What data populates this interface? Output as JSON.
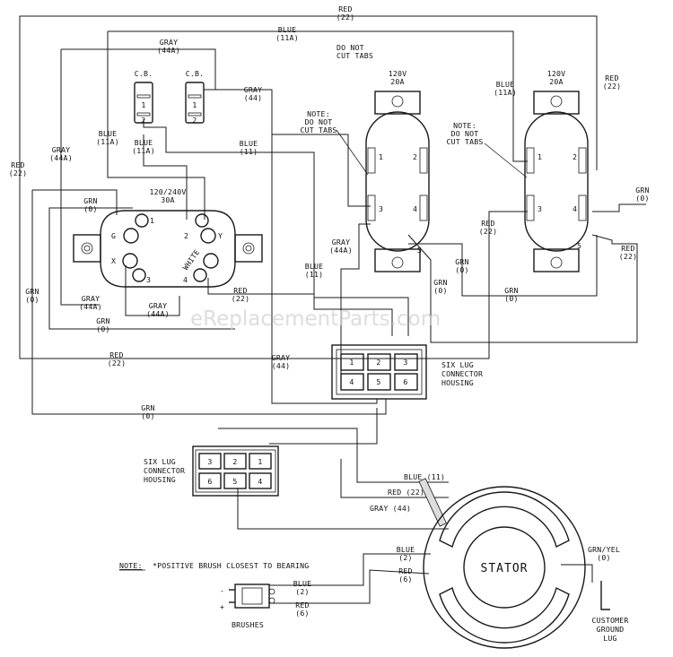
{
  "watermark": "eReplacementParts.com",
  "wires": {
    "red22_top": [
      "RED",
      "(22)"
    ],
    "blue11a_top": [
      "BLUE",
      "(11A)"
    ],
    "gray44a_top": [
      "GRAY",
      "(44A)"
    ],
    "gray44_cb": [
      "GRAY",
      "(44)"
    ],
    "blue11a_cb": [
      "BLUE",
      "(11A)"
    ],
    "blue11_mid": [
      "BLUE",
      "(11)"
    ],
    "blue11a_left": [
      "BLUE",
      "(11A)"
    ],
    "gray44a_left": [
      "GRAY",
      "(44A)"
    ],
    "red22_left": [
      "RED",
      "(22)"
    ],
    "grn0_left": [
      "GRN",
      "(0)"
    ],
    "grn0_bx": [
      "GRN",
      "(0)"
    ],
    "gray44a_bx1": [
      "GRAY",
      "(44A)"
    ],
    "gray44a_bx2": [
      "GRAY",
      "(44A)"
    ],
    "grn0_low": [
      "GRN",
      "(0)"
    ],
    "red22_bx": [
      "RED",
      "(22)"
    ],
    "red22_low": [
      "RED",
      "(22)"
    ],
    "gray44_low": [
      "GRAY",
      "(44)"
    ],
    "grn0_bottom": [
      "GRN",
      "(0)"
    ],
    "gray44a_mid": [
      "GRAY",
      "(44A)"
    ],
    "blue11_mid2": [
      "BLUE",
      "(11)"
    ],
    "grn0_o1": [
      "GRN",
      "(0)"
    ],
    "grn0_o1b": [
      "GRN",
      "(0)"
    ],
    "blue11a_o2": [
      "BLUE",
      "(11A)"
    ],
    "red22_o2": [
      "RED",
      "(22)"
    ],
    "grn0_o2": [
      "GRN",
      "(0)"
    ],
    "red22_right": [
      "RED",
      "(22)"
    ],
    "grn0_right": [
      "GRN",
      "(0)"
    ],
    "red22_right2": [
      "RED",
      "(22)"
    ],
    "blue11_h": "BLUE (11)",
    "red22_h": "RED (22)",
    "gray44_h": "GRAY (44)",
    "blue2_stator": [
      "BLUE",
      "(2)"
    ],
    "red6_stator": [
      "RED",
      "(6)"
    ],
    "grnyel0": [
      "GRN/YEL",
      "(0)"
    ],
    "blue2_brush": [
      "BLUE",
      "(2)"
    ],
    "red6_brush": [
      "RED",
      "(6)"
    ]
  },
  "breakers": {
    "left": {
      "label": "C.B.",
      "t1": "1",
      "t2": "2"
    },
    "right": {
      "label": "C.B.",
      "t1": "1",
      "t2": "2"
    }
  },
  "outlet_240": {
    "rating": [
      "120/240V",
      "30A"
    ],
    "g": "G",
    "t1": "1",
    "t2": "2",
    "y": "Y",
    "x": "X",
    "t3": "3",
    "t4": "4",
    "white": "WHITE"
  },
  "outlet_1": {
    "rating": [
      "120V",
      "20A"
    ],
    "note": [
      "DO NOT",
      "CUT TABS"
    ],
    "note2": [
      "NOTE:",
      "DO NOT",
      "CUT TABS"
    ],
    "t1": "1",
    "t2": "2",
    "t3": "3",
    "t4": "4",
    "t5": "5"
  },
  "outlet_2": {
    "rating": [
      "120V",
      "20A"
    ],
    "note": [
      "NOTE:",
      "DO NOT",
      "CUT TABS"
    ],
    "t1": "1",
    "t2": "2",
    "t3": "3",
    "t4": "4",
    "t5": "5"
  },
  "connector_top": {
    "label": [
      "SIX LUG",
      "CONNECTOR",
      "HOUSING"
    ],
    "lugs": [
      "1",
      "2",
      "3",
      "4",
      "5",
      "6"
    ]
  },
  "connector_bottom": {
    "label": [
      "SIX LUG",
      "CONNECTOR",
      "HOUSING"
    ],
    "lugs": [
      "3",
      "2",
      "1",
      "6",
      "5",
      "4"
    ]
  },
  "stator": "STATOR",
  "note": {
    "title": "NOTE:",
    "text": "*POSITIVE BRUSH CLOSEST TO BEARING"
  },
  "brushes": {
    "label": "BRUSHES",
    "minus": "-",
    "plus": "+"
  },
  "ground_lug": [
    "CUSTOMER",
    "GROUND",
    "LUG"
  ]
}
